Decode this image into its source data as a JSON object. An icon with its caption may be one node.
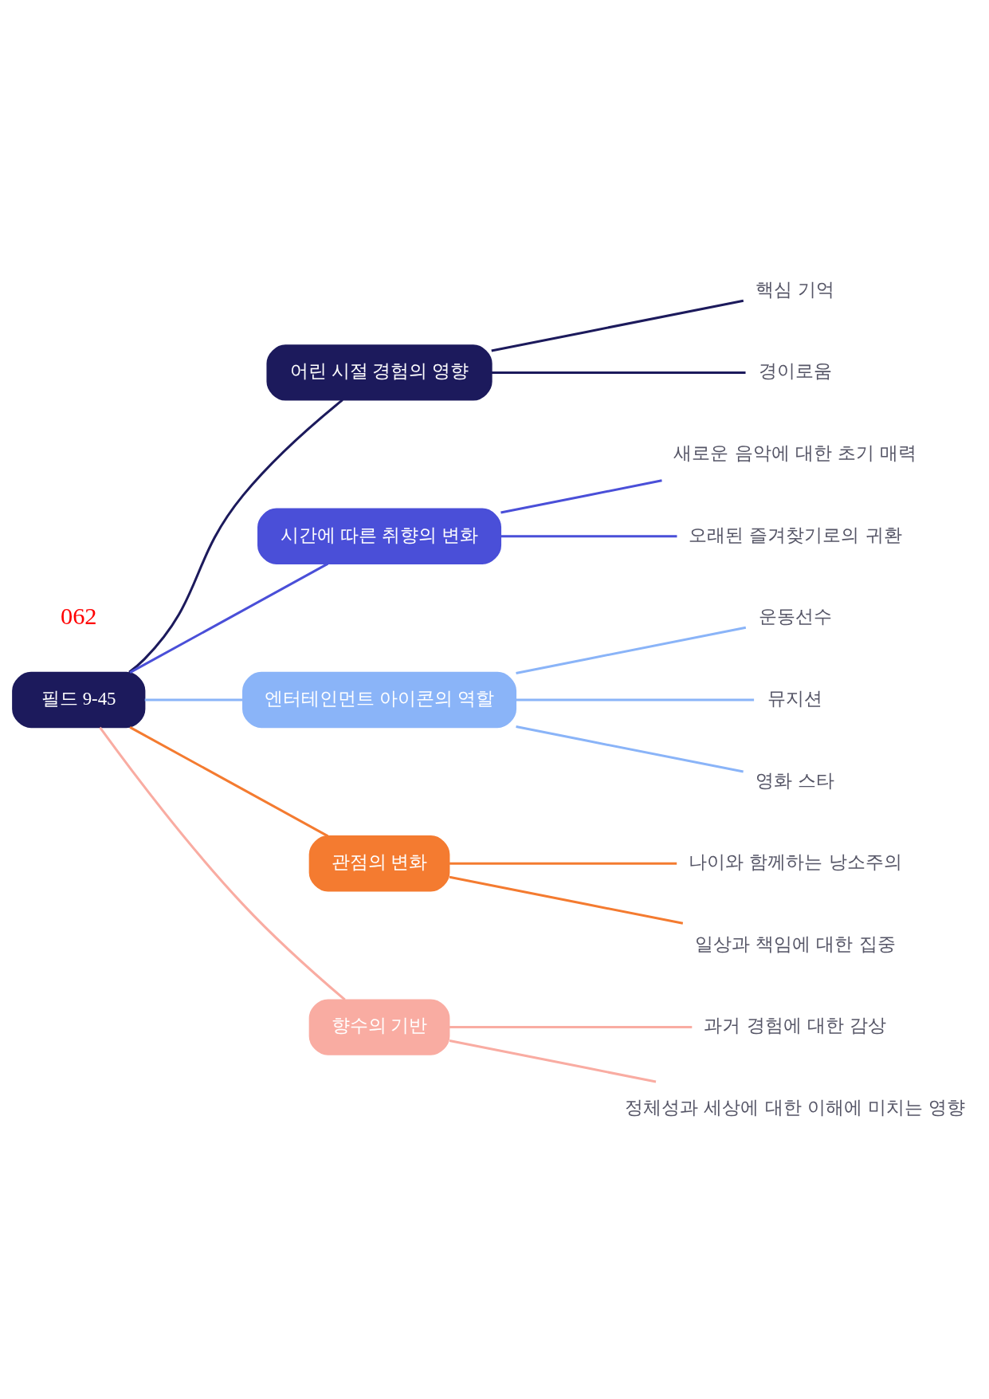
{
  "diagram": {
    "nodes": [
      {
        "text": [
          "필드 9-45"
        ]
      },
      {
        "text": [
          "어린 시절 경험의 영향"
        ]
      },
      {
        "text": [
          "핵심 기억"
        ]
      },
      {
        "text": [
          "경이로움"
        ]
      },
      {
        "text": [
          "시간에 따른 취향의 변화"
        ]
      },
      {
        "text": [
          "새로운 음악에 대한 초기 매력"
        ]
      },
      {
        "text": [
          "오래된 즐겨찾기로의 귀환"
        ]
      },
      {
        "text": [
          "엔터테인먼트 아이콘의 역할"
        ]
      },
      {
        "text": [
          "운동선수"
        ]
      },
      {
        "text": [
          "뮤지션"
        ]
      },
      {
        "text": [
          "영화 스타"
        ]
      },
      {
        "text": [
          "관점의 변화"
        ]
      },
      {
        "text": [
          "나이와 함께하는 낭소주의"
        ]
      },
      {
        "text": [
          "일상과 책임에 대한 집중"
        ]
      },
      {
        "text": [
          "향수의 기반"
        ]
      },
      {
        "text": [
          "과거 경험에 대한 감상"
        ]
      },
      {
        "text": [
          "정체성과 세상에 대한 이해에 미치는 영향"
        ]
      }
    ],
    "edges": [
      {
        "from": 0,
        "to": 1,
        "arrow": "none",
        "color": "#1c1a5c"
      },
      {
        "from": 1,
        "to": 2,
        "arrow": "none",
        "color": "#1c1a5c"
      },
      {
        "from": 1,
        "to": 3,
        "arrow": "none",
        "color": "#1c1a5c"
      },
      {
        "from": 0,
        "to": 4,
        "arrow": "none",
        "color": "#4a4fd8"
      },
      {
        "from": 4,
        "to": 5,
        "arrow": "none",
        "color": "#4a4fd8"
      },
      {
        "from": 4,
        "to": 6,
        "arrow": "none",
        "color": "#4a4fd8"
      },
      {
        "from": 0,
        "to": 7,
        "arrow": "none",
        "color": "#8ab4f8"
      },
      {
        "from": 7,
        "to": 8,
        "arrow": "none",
        "color": "#8ab4f8"
      },
      {
        "from": 7,
        "to": 9,
        "arrow": "none",
        "color": "#8ab4f8"
      },
      {
        "from": 7,
        "to": 10,
        "arrow": "none",
        "color": "#8ab4f8"
      },
      {
        "from": 0,
        "to": 11,
        "arrow": "none",
        "color": "#f47b30"
      },
      {
        "from": 11,
        "to": 12,
        "arrow": "none",
        "color": "#f47b30"
      },
      {
        "from": 11,
        "to": 13,
        "arrow": "none",
        "color": "#f47b30"
      },
      {
        "from": 0,
        "to": 14,
        "arrow": "none",
        "color": "#f9aca2"
      },
      {
        "from": 14,
        "to": 15,
        "arrow": "none",
        "color": "#f9aca2"
      },
      {
        "from": 14,
        "to": 16,
        "arrow": "none",
        "color": "#f9aca2"
      }
    ],
    "labels": [
      "062"
    ]
  }
}
